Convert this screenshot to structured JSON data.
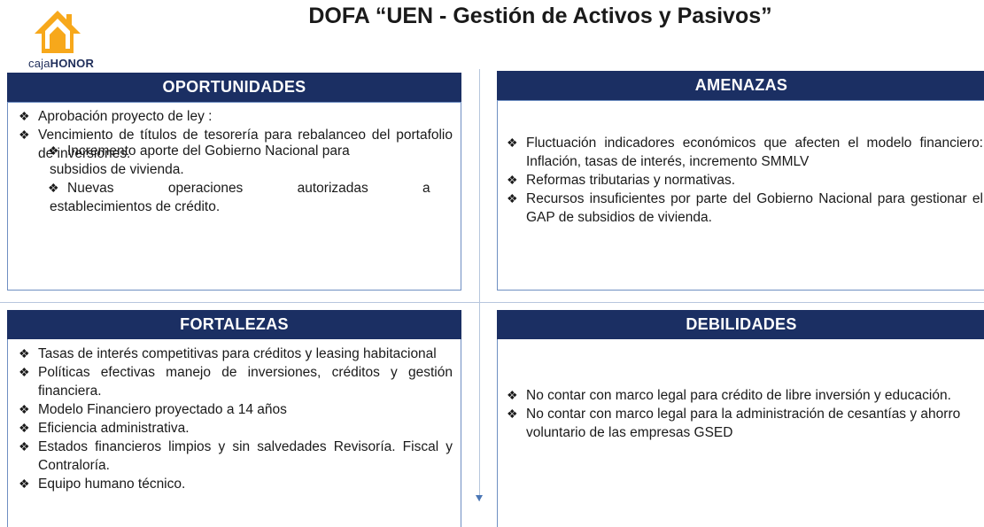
{
  "logo": {
    "name_light": "caja",
    "name_bold": "HONOR",
    "icon": "house-logo-icon"
  },
  "title": "DOFA  “UEN - Gestión de Activos y Pasivos”",
  "bullet_icon": "diamond-bullet-icon",
  "bullet_char": "❖",
  "colors": {
    "header_bg": "#1b2f63",
    "box_border": "#6f8fc2",
    "logo_orange": "#f7a81b",
    "divider": "#b7c6dd"
  },
  "quadrants": {
    "opportunities": {
      "heading": "OPORTUNIDADES",
      "item1": "Aprobación proyecto de ley :",
      "sub1": "Incremento aporte del Gobierno Nacional para",
      "sub1_cont": "subsidios de vivienda.",
      "sub2": "Nuevas operaciones autorizadas a",
      "sub2_cont": "establecimientos de crédito.",
      "item2": "Vencimiento de títulos de tesorería para rebalanceo del portafolio de inversiones."
    },
    "threats": {
      "heading": "AMENAZAS",
      "items": [
        "Fluctuación indicadores económicos que afecten el modelo financiero: Inflación, tasas de interés, incremento SMMLV",
        "Reformas tributarias y normativas.",
        "Recursos insuficientes por parte del Gobierno Nacional para gestionar el GAP de subsidios de vivienda."
      ]
    },
    "strengths": {
      "heading": "FORTALEZAS",
      "items": [
        "Tasas de interés competitivas para créditos y leasing habitacional",
        "Políticas efectivas manejo de inversiones, créditos y gestión financiera.",
        "Modelo Financiero proyectado a 14 años",
        "Eficiencia administrativa.",
        "Estados financieros limpios y sin salvedades Revisoría. Fiscal y Contraloría.",
        "Equipo humano técnico."
      ]
    },
    "weaknesses": {
      "heading": "DEBILIDADES",
      "items": [
        "No contar con marco legal para crédito de libre inversión y educación.",
        "No contar con marco legal para la administración de cesantías y  ahorro voluntario de las empresas  GSED"
      ]
    }
  }
}
